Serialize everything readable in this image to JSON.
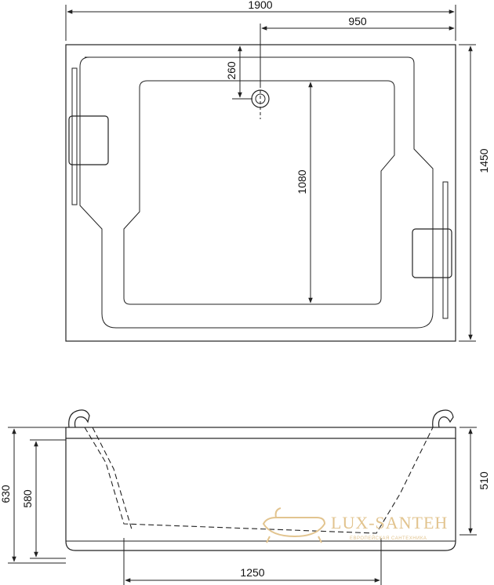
{
  "dimensions": {
    "total_width": "1900",
    "half_width": "950",
    "depth": "1450",
    "drain_offset": "260",
    "inner_length": "1080",
    "total_height": "630",
    "inner_height": "580",
    "rim_height": "510",
    "bottom_length": "1250"
  },
  "watermark": {
    "brand": "LUX-SANTEH",
    "tagline": "ЕВРОПЕЙСКАЯ САНТЕХНИКА"
  },
  "colors": {
    "line": "#222222",
    "watermark": "#e2c48f"
  }
}
